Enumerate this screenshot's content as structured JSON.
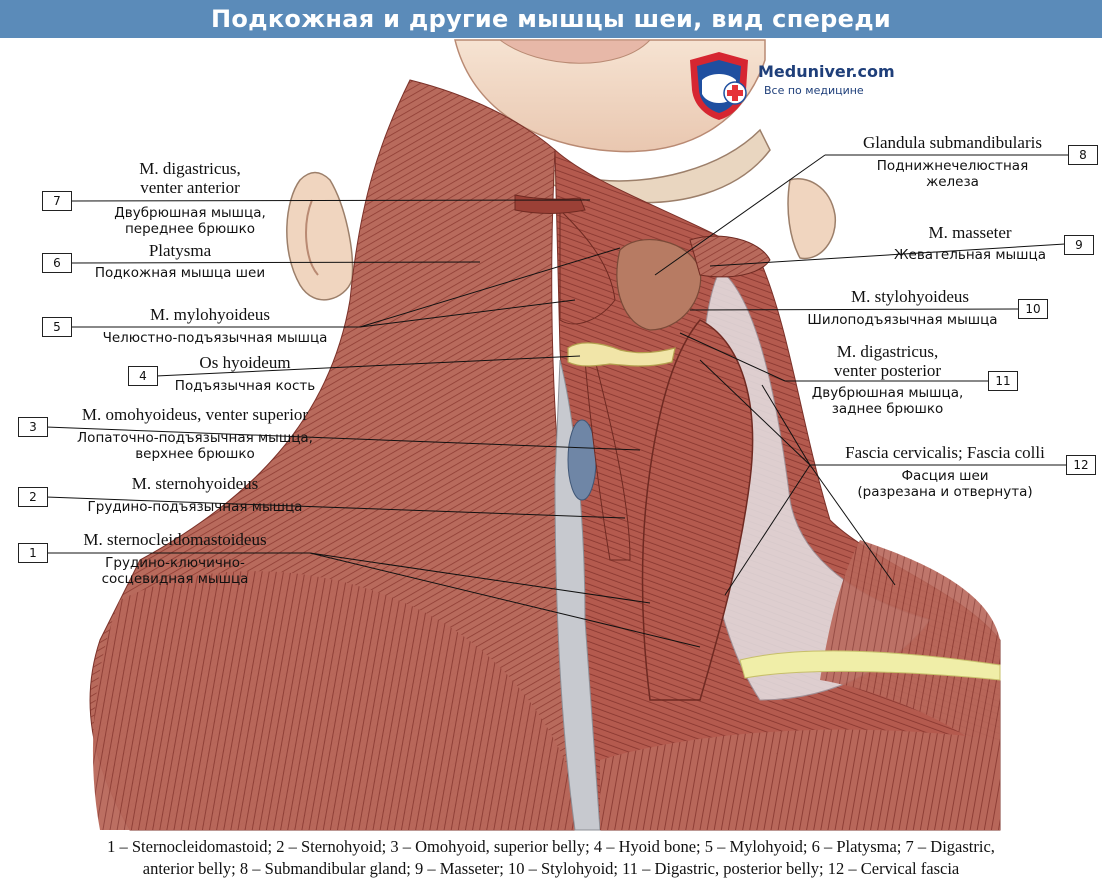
{
  "title": "Подкожная и другие мышцы шеи, вид спереди",
  "logo": {
    "name": "Meduniver.com",
    "tagline": "Все по медицине",
    "icon": "shield-cross-icon",
    "colors": {
      "shield": "#d62631",
      "shield_inner": "#1f4fa0",
      "cross": "#e53338"
    }
  },
  "colors": {
    "title_bar": "#5b8bb9",
    "muscle": "#b45a4e",
    "muscle_dark": "#8e3c33",
    "skin": "#f2dcc7",
    "fascia": "#d8dbe0",
    "bone": "#f1e5a8"
  },
  "labels": [
    {
      "num": "7",
      "latin": [
        "M. digastricus,",
        "venter anterior"
      ],
      "russian": [
        "Двубрюшная мышца,",
        "переднее брюшко"
      ]
    },
    {
      "num": "6",
      "latin": [
        "Platysma"
      ],
      "russian": [
        "Подкожная мышца шеи"
      ]
    },
    {
      "num": "5",
      "latin": [
        "M. mylohyoideus"
      ],
      "russian": [
        "Челюстно-подъязычная мышца"
      ]
    },
    {
      "num": "4",
      "latin": [
        "Os hyoideum"
      ],
      "russian": [
        "Подъязычная кость"
      ]
    },
    {
      "num": "3",
      "latin": [
        "M. omohyoideus, venter superior"
      ],
      "russian": [
        "Лопаточно-подъязычная мышца,",
        "верхнее брюшко"
      ]
    },
    {
      "num": "2",
      "latin": [
        "M. sternohyoideus"
      ],
      "russian": [
        "Грудино-подъязычная мышца"
      ]
    },
    {
      "num": "1",
      "latin": [
        "M. sternocleidomastoideus"
      ],
      "russian": [
        "Грудино-ключично-",
        "сосцевидная мышца"
      ]
    },
    {
      "num": "8",
      "latin": [
        "Glandula submandibularis"
      ],
      "russian": [
        "Поднижнечелюстная",
        "железа"
      ]
    },
    {
      "num": "9",
      "latin": [
        "M. masseter"
      ],
      "russian": [
        "Жевательная мышца"
      ]
    },
    {
      "num": "10",
      "latin": [
        "M. stylohyoideus"
      ],
      "russian": [
        "Шилоподъязычная мышца"
      ]
    },
    {
      "num": "11",
      "latin": [
        "M. digastricus,",
        "venter posterior"
      ],
      "russian": [
        "Двубрюшная мышца,",
        "заднее брюшко"
      ]
    },
    {
      "num": "12",
      "latin": [
        "Fascia cervicalis; Fascia colli"
      ],
      "russian": [
        "Фасция шеи",
        "(разрезана и отвернута)"
      ]
    }
  ],
  "caption": [
    "1 – Sternocleidomastoid;",
    "2 – Sternohyoid;",
    "3 – Omohyoid, superior belly;",
    "4 – Hyoid bone;",
    "5 – Mylohyoid;",
    "6 – Platysma;",
    "7 – Digastric,",
    "anterior belly;",
    "8 – Submandibular gland;",
    "9 – Masseter;",
    "10 – Stylohyoid;",
    "11 – Digastric, posterior belly;",
    "12 – Cervical fascia"
  ]
}
